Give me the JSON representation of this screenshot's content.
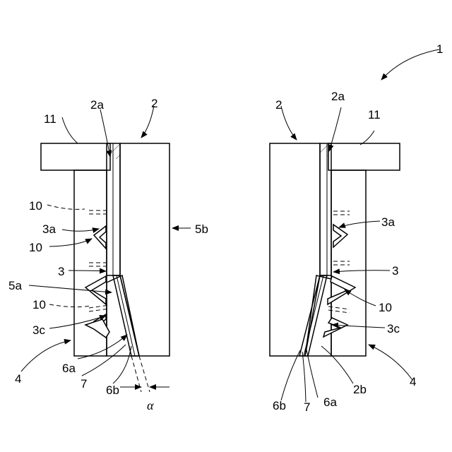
{
  "figure": {
    "labels": {
      "n1": "1",
      "n2": "2",
      "n2a": "2a",
      "n2b": "2b",
      "n3": "3",
      "n3a": "3a",
      "n3c": "3c",
      "n4": "4",
      "n5a": "5a",
      "n5b": "5b",
      "n6a": "6a",
      "n6b": "6b",
      "n7": "7",
      "n10": "10",
      "n11": "11",
      "alpha": "α"
    }
  }
}
